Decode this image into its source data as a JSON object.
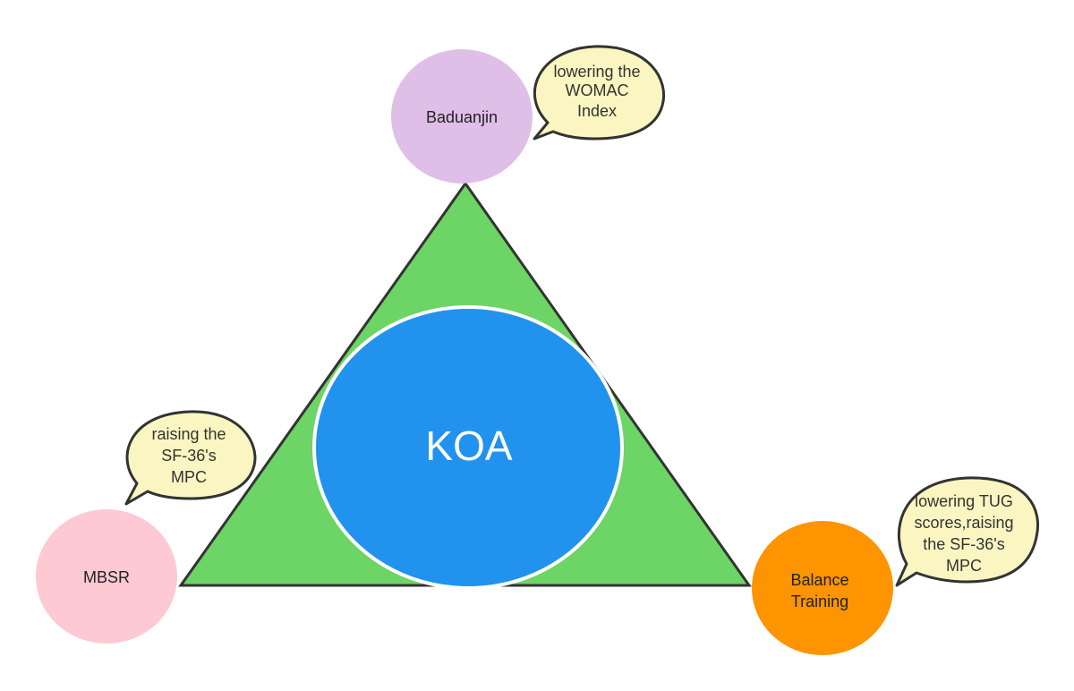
{
  "center": {
    "label": "KOA"
  },
  "nodes": {
    "baduanjin": {
      "label": "Baduanjin",
      "effect_lines": [
        "lowering the",
        "WOMAC",
        "Index"
      ]
    },
    "mbsr": {
      "label": "MBSR",
      "effect_lines": [
        "raising the",
        "SF-36's",
        "MPC"
      ]
    },
    "balance_training": {
      "label_lines": [
        "Balance",
        "Training"
      ],
      "effect_lines": [
        "lowering TUG",
        "scores,raising",
        "the SF-36's",
        "MPC"
      ]
    }
  },
  "colors": {
    "triangle": "#6dd466",
    "center_circle": "#2193ee",
    "baduanjin": "#dfbfe8",
    "mbsr": "#fdcad3",
    "balance_training": "#fd9400",
    "callout_fill": "#fbf6c1",
    "outline": "#333333"
  }
}
